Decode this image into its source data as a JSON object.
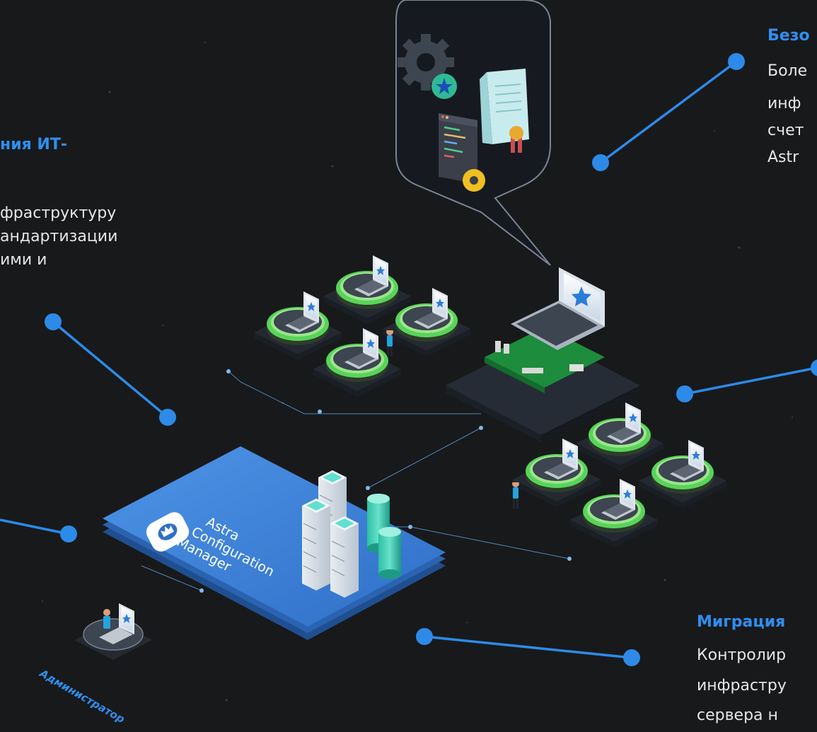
{
  "panels": {
    "top_left": {
      "heading": "ния ИТ-",
      "lines": [
        "фраструктуру",
        "андартизации",
        "ими и"
      ]
    },
    "top_right": {
      "heading": "Безо",
      "lines": [
        "Боле",
        "инф",
        "счет",
        "Astr"
      ]
    },
    "bottom_right": {
      "heading": "Миграция",
      "lines": [
        "Контролир",
        "инфрастру",
        "сервера н"
      ]
    }
  },
  "platform": {
    "product_lines": [
      "Astra",
      "Configuration",
      "Manager"
    ]
  },
  "admin_label": "Администратор",
  "colors": {
    "background": "#18191b",
    "accent": "#2d8ae8",
    "heading": "#2f8ff0",
    "platform": "#3b7fd6",
    "pad_green": "#4cd964"
  }
}
